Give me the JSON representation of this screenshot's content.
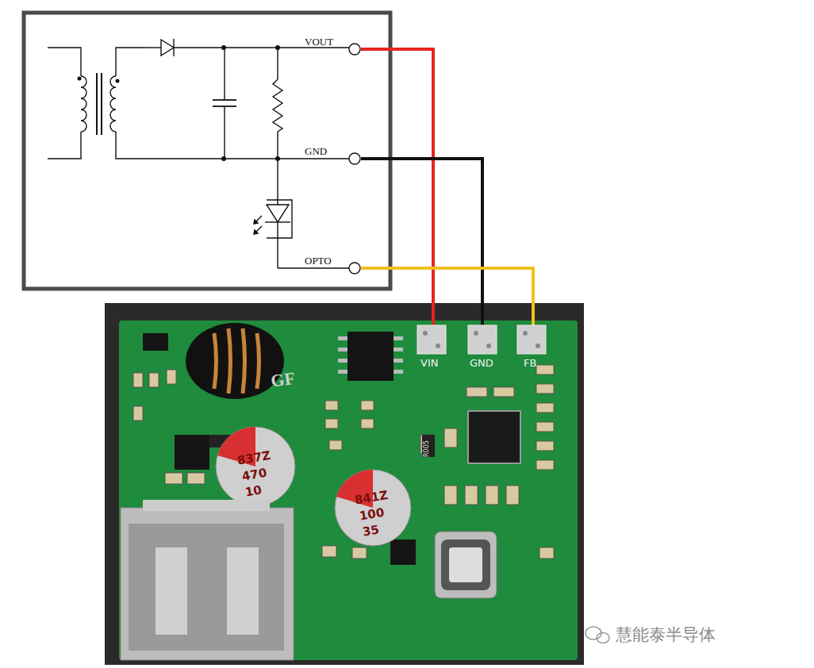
{
  "diagram": {
    "labels": [
      "VOUT",
      "GND",
      "OPTO",
      "VIN",
      "GND",
      "FB",
      "GF",
      "837Z",
      "470",
      "10",
      "841Z",
      "100",
      "35",
      "R005",
      "慧能泰半导体"
    ]
  }
}
